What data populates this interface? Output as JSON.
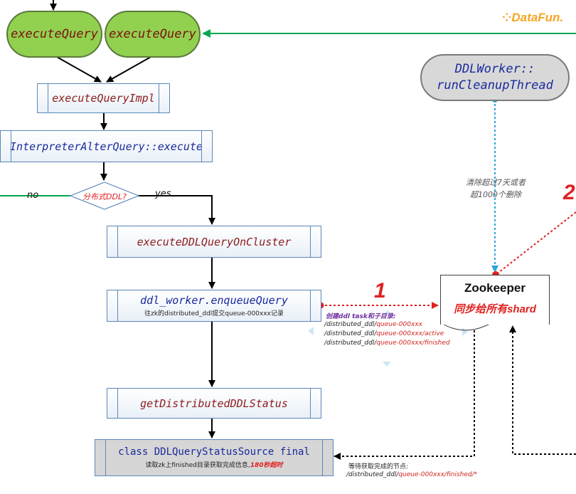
{
  "logo": {
    "text": "DataFun."
  },
  "nodes": {
    "execute_query_left": "executeQuery",
    "execute_query_right": "executeQuery",
    "execute_query_impl": "executeQueryImpl",
    "interpreter_alter": "InterpreterAlterQuery::execute",
    "decision": "分布式DDL?",
    "no_label": "no",
    "yes_label": "yes",
    "execute_on_cluster": "executeDDLQueryOnCluster",
    "enqueue_title": "ddl_worker.enqueueQuery",
    "enqueue_sub": "往zk的distributed_ddl提交queue-000xxx记录",
    "get_status": "getDistributedDDLStatus",
    "final_title": "class DDLQueryStatusSource final",
    "final_sub_prefix": "读取zk上finished目录获取完成信息,",
    "final_sub_timeout": "180秒超时",
    "ddlworker_line1": "DDLWorker::",
    "ddlworker_line2": "runCleanupThread",
    "zookeeper_title": "Zookeeper",
    "zookeeper_sub": "同步给所有shard"
  },
  "labels": {
    "cleanup_line1": "清除超过7天或者",
    "cleanup_line2": "超1000个删除",
    "num1": "1",
    "num2": "2",
    "create_task": "创建ddl task和子目录:",
    "path1_prefix": "/distributed_ddl/",
    "path1_hl": "queue-000xxx",
    "path2_prefix": "/distributed_ddl/",
    "path2_hl": "queue-000xxx/active",
    "path3_prefix": "/distributed_ddl/",
    "path3_hl": "queue-000xxx/finished",
    "wait_label": "等待获取完成的节点:",
    "wait_path_prefix": "/distributed_ddl/",
    "wait_path_hl": "queue-000xxx/finished/*"
  },
  "colors": {
    "green_fill": "#92d050",
    "green_arrow": "#00a650",
    "dotted_blue": "#2aa7d8",
    "dotted_red": "#e02020",
    "accent_red": "#e02020",
    "purple": "#7030a0"
  }
}
